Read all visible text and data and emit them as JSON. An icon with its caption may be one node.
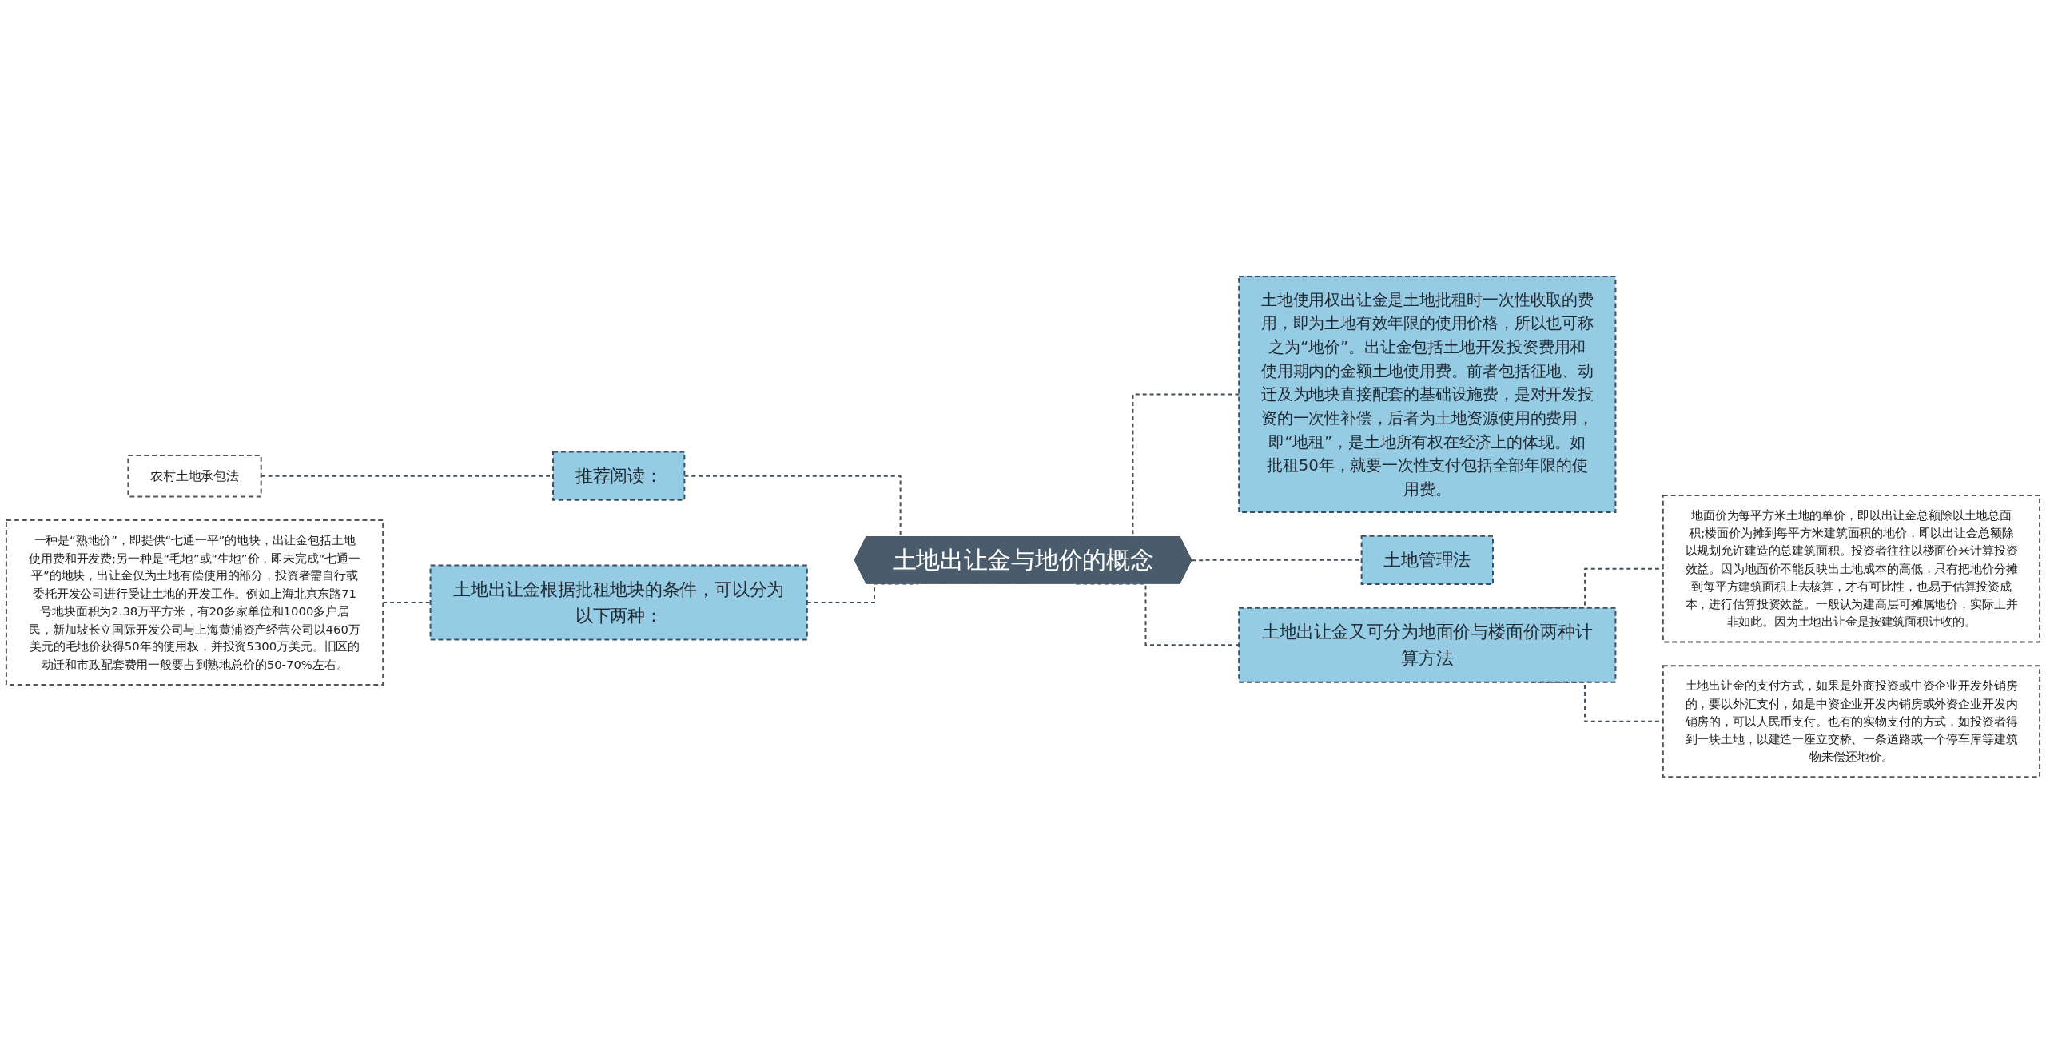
{
  "diagram": {
    "nodes": [
      {
        "text": [
          "土地出让金与地价的概念"
        ]
      },
      {
        "text": [
          "推荐阅读："
        ]
      },
      {
        "text": [
          "农村土地承包法"
        ]
      },
      {
        "text": [
          "土地出让金根据批租地块的条件，可以分为以下两种："
        ]
      },
      {
        "text": [
          "一种是“熟地价”，即提供“七通一平”的地块，出让金包括土地使用费和开发费;另一种是“毛地”或“生地”价，即未完成“七通一平”的地块，出让金仅为土地有偿使用的部分，投资者需自行或委托开发公司进行受让土地的开发工作。例如上海北京东路71号地块面积为2.38万平方米，有20多家单位和1000多户居民，新加坡长立国际开发公司与上海黄浦资产经营公司以460万美元的毛地价获得50年的使用权，并投资5300万美元。旧区的动迁和市政配套费用一般要占到熟地总价的50-70%左右。"
        ]
      },
      {
        "text": [
          "土地使用权出让金是土地批租时一次性收取的费用，即为土地有效年限的使用价格，所以也可称之为“地价”。出让金包括土地开发投资费用和使用期内的金额土地使用费。前者包括征地、动迁及为地块直接配套的基础设施费，是对开发投资的一次性补偿，后者为土地资源使用的费用，即“地租”，是土地所有权在经济上的体现。如批租50年，就要一次性支付包括全部年限的使用费。"
        ]
      },
      {
        "text": [
          "土地管理法"
        ]
      },
      {
        "text": [
          "土地出让金又可分为地面价与楼面价两种计算方法"
        ]
      },
      {
        "text": [
          "地面价为每平方米土地的单价，即以出让金总额除以土地总面积;楼面价为摊到每平方米建筑面积的地价，即以出让金总额除以规划允许建造的总建筑面积。投资者往往以楼面价来计算投资效益。因为地面价不能反映出土地成本的高低，只有把地价分摊到每平方建筑面积上去核算，才有可比性，也易于估算投资成本，进行估算投资效益。一般认为建高层可摊属地价，实际上并非如此。因为土地出让金是按建筑面积计收的。"
        ]
      },
      {
        "text": [
          "土地出让金的支付方式，如果是外商投资或中资企业开发外销房的，要以外汇支付，如是中资企业开发内销房或外资企业开发内销房的，可以人民币支付。也有的实物支付的方式，如投资者得到一块土地，以建造一座立交桥、一条道路或一个停车库等建筑物来偿还地价。"
        ]
      }
    ],
    "edges": [
      {
        "from": 2,
        "to": 1,
        "arrow": "none"
      },
      {
        "from": 1,
        "to": 0,
        "arrow": "none"
      },
      {
        "from": 4,
        "to": 3,
        "arrow": "none"
      },
      {
        "from": 3,
        "to": 0,
        "arrow": "none"
      },
      {
        "from": 0,
        "to": 5,
        "arrow": "none"
      },
      {
        "from": 0,
        "to": 6,
        "arrow": "none"
      },
      {
        "from": 0,
        "to": 7,
        "arrow": "none"
      },
      {
        "from": 7,
        "to": 8,
        "arrow": "none"
      },
      {
        "from": 7,
        "to": 9,
        "arrow": "none"
      }
    ]
  }
}
